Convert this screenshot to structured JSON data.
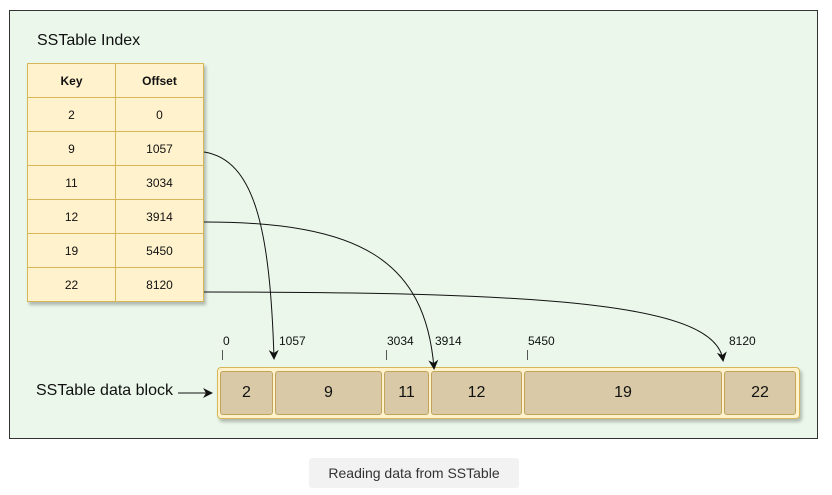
{
  "diagram": {
    "index_title": "SSTable Index",
    "table": {
      "headers": [
        "Key",
        "Offset"
      ],
      "rows": [
        [
          "2",
          "0"
        ],
        [
          "9",
          "1057"
        ],
        [
          "11",
          "3034"
        ],
        [
          "12",
          "3914"
        ],
        [
          "19",
          "5450"
        ],
        [
          "22",
          "8120"
        ]
      ]
    },
    "block_label": "SSTable data block",
    "segments": [
      "2",
      "9",
      "11",
      "12",
      "19",
      "22"
    ],
    "offset_labels": [
      "0",
      "1057",
      "3034",
      "3914",
      "5450",
      "8120"
    ]
  },
  "caption": "Reading data from SSTable"
}
